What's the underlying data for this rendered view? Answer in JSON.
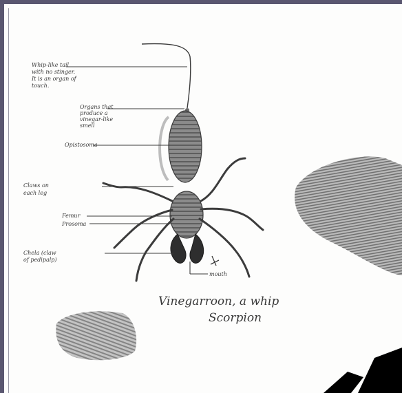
{
  "labels": {
    "tail_l1": "Whip-like tail",
    "tail_l2": "with no stinger.",
    "tail_l3": "It is an organ of",
    "tail_l4": "touch.",
    "organs_l1": "Organs that",
    "organs_l2": "produce a",
    "organs_l3": "vinegar-like",
    "organs_l4": "smell",
    "opistosoma": "Opistosoma",
    "claws_l1": "Claws on",
    "claws_l2": "each leg",
    "femur": "Femur",
    "prosoma": "Prosoma",
    "chela_l1": "Chela (claw",
    "chela_l2": "of pedipalp)",
    "mouth": "mouth"
  },
  "caption": {
    "line1": "Vinegarroon, a whip",
    "line2": "Scorpion"
  },
  "colors": {
    "frame": "#5a5770",
    "pencil": "#3a3a3a",
    "watermark": "#000000"
  }
}
